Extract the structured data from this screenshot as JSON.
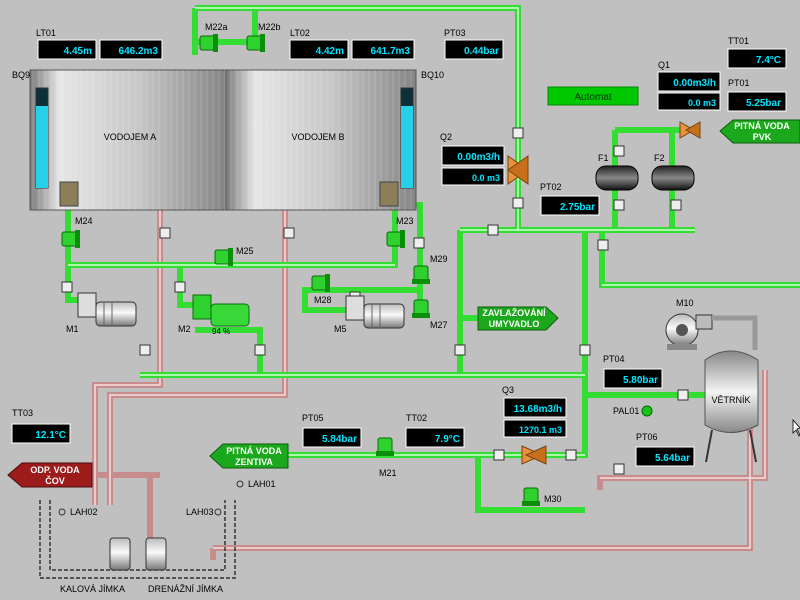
{
  "colors": {
    "background": "#c0c0c0",
    "water_pipe": "#33dd33",
    "return_pipe": "#c88c8c",
    "display_text": "#00e6ff",
    "status_green": "#00c800"
  },
  "status": {
    "mode": "Automat"
  },
  "tanks": {
    "a": {
      "name": "VODOJEM A",
      "sensor": "BQ9",
      "level_fraction": 0.82
    },
    "b": {
      "name": "VODOJEM B",
      "sensor": "BQ10",
      "level_fraction": 0.82
    }
  },
  "level_meters": {
    "lt01": {
      "label": "LT01",
      "level": "4.45m",
      "volume": "646.2m3"
    },
    "lt02": {
      "label": "LT02",
      "level": "4.42m",
      "volume": "641.7m3"
    }
  },
  "pressure": {
    "pt01": {
      "label": "PT01",
      "value": "5.25bar"
    },
    "pt02": {
      "label": "PT02",
      "value": "2.75bar"
    },
    "pt03": {
      "label": "PT03",
      "value": "0.44bar"
    },
    "pt04": {
      "label": "PT04",
      "value": "5.80bar"
    },
    "pt05": {
      "label": "PT05",
      "value": "5.84bar"
    },
    "pt06": {
      "label": "PT06",
      "value": "5.64bar"
    }
  },
  "temperature": {
    "tt01": {
      "label": "TT01",
      "value": "7.4°C"
    },
    "tt02": {
      "label": "TT02",
      "value": "7.9°C"
    },
    "tt03": {
      "label": "TT03",
      "value": "12.1°C"
    }
  },
  "flow": {
    "q1": {
      "label": "Q1",
      "rate": "0.00m3/h",
      "total": "0.0 m3"
    },
    "q2": {
      "label": "Q2",
      "rate": "0.00m3/h",
      "total": "0.0 m3"
    },
    "q3": {
      "label": "Q3",
      "rate": "13.68m3/h",
      "total": "1270.1 m3"
    }
  },
  "filters": [
    "F1",
    "F2"
  ],
  "valves": {
    "m22a": "M22a",
    "m22b": "M22b",
    "m23": "M23",
    "m24": "M24",
    "m25": "M25",
    "m27": "M27",
    "m28": "M28",
    "m29": "M29",
    "m21": "M21",
    "m30": "M30"
  },
  "pumps": {
    "m1": {
      "label": "M1"
    },
    "m2": {
      "label": "M2",
      "speed": "94 %"
    },
    "m5": {
      "label": "M5"
    }
  },
  "fan": {
    "label": "M10"
  },
  "vent_tank": {
    "name": "VĚTRNÍK"
  },
  "pal01": {
    "label": "PAL01"
  },
  "arrows": {
    "pitna_pvk": [
      "PITNÁ VODA",
      "PVK"
    ],
    "zavlazovani": [
      "ZAVLAŽOVÁNÍ",
      "UMYVADLO"
    ],
    "pitna_zentiva": [
      "PITNÁ VODA",
      "ZENTIVA"
    ],
    "odp_voda": [
      "ODP. VODA",
      "ČOV"
    ]
  },
  "alarms": {
    "lah01": "LAH01",
    "lah02": "LAH02",
    "lah03": "LAH03"
  },
  "pits": {
    "kalova": "KALOVÁ JÍMKA",
    "drenazni": "DRENÁŽNÍ JÍMKA"
  }
}
